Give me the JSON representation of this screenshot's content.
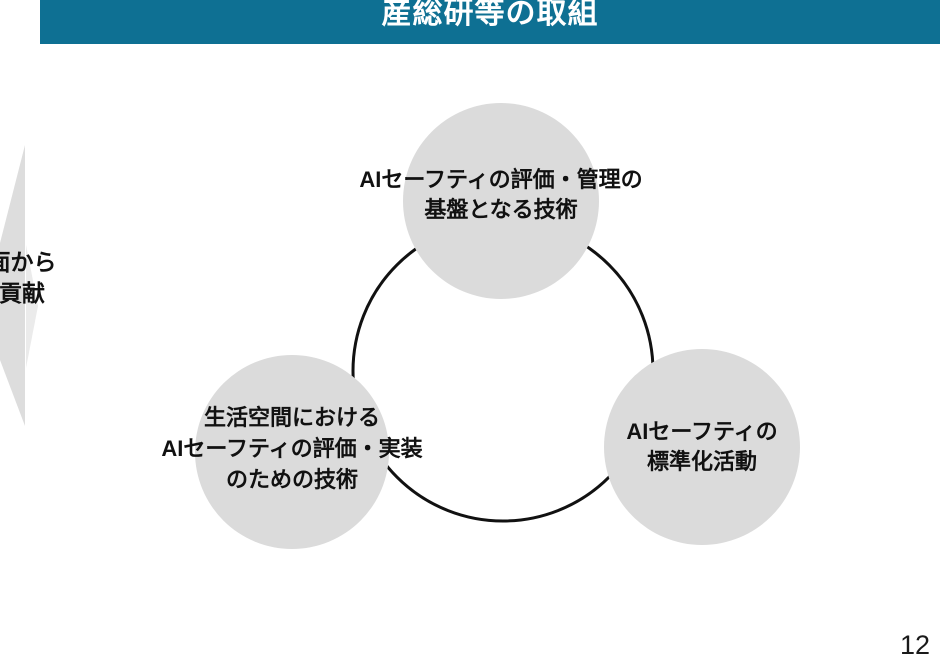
{
  "header": {
    "title": "産総研等の取組",
    "bg_color": "#0E7093",
    "text_color": "#FFFFFF"
  },
  "side_arrow": {
    "line1": "面から",
    "line2": "貢献",
    "fill_color": "#DDDDDD"
  },
  "diagram": {
    "circle_fill": "#DBDBDB",
    "connector_color": "#111111",
    "nodes": [
      {
        "id": "top",
        "lines": {
          "l1": "AIセーフティの評価・管理の",
          "l2": "基盤となる技術"
        }
      },
      {
        "id": "bottom-left",
        "lines": {
          "l1": "生活空間における",
          "l2": "AIセーフティの評価・実装",
          "l3": "のための技術"
        }
      },
      {
        "id": "bottom-right",
        "lines": {
          "l1": "AIセーフティの",
          "l2": "標準化活動"
        }
      }
    ]
  },
  "page_number": "12"
}
